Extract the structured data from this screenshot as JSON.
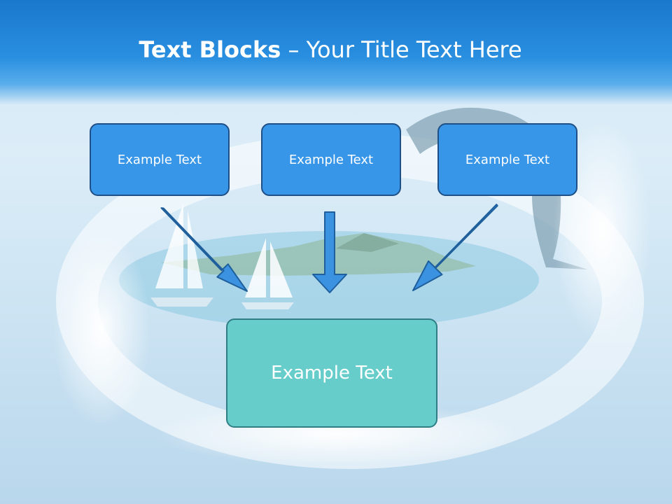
{
  "title": {
    "bold": "Text Blocks",
    "separator": " – ",
    "rest": "Your Title Text Here"
  },
  "boxes": {
    "top": [
      "Example Text",
      "Example Text",
      "Example Text"
    ],
    "bottom": "Example Text"
  },
  "colors": {
    "header": "#2a8fe0",
    "box_fill": "#3796e8",
    "box_border": "#1e4f86",
    "bottom_fill": "#66cdcb",
    "bottom_border": "#2f7e86",
    "arrow_fill": "#3a92e0",
    "arrow_stroke": "#1f5f9c"
  }
}
